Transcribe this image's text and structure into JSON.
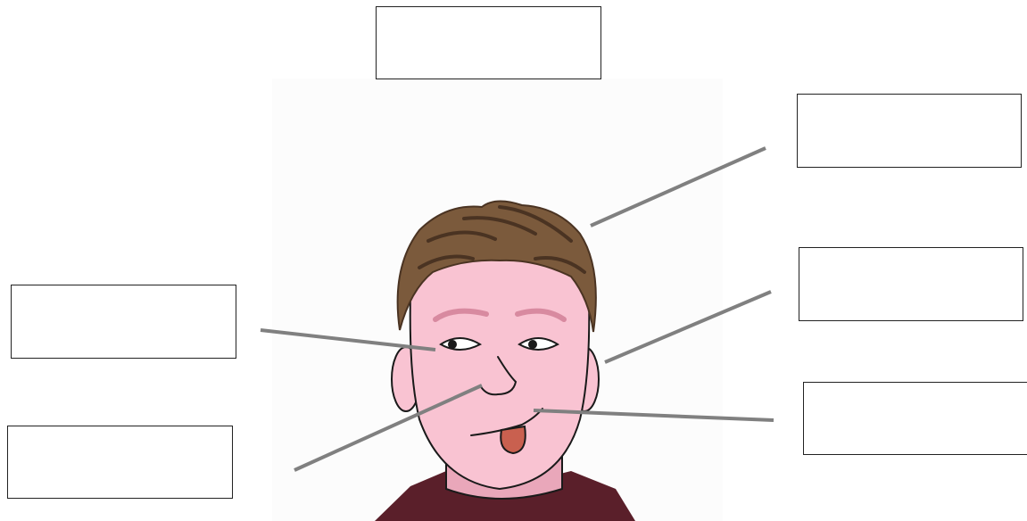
{
  "diagram": {
    "label_boxes": [
      {
        "id": "box-top",
        "text": ""
      },
      {
        "id": "box-r1",
        "text": ""
      },
      {
        "id": "box-r2",
        "text": ""
      },
      {
        "id": "box-r3",
        "text": ""
      },
      {
        "id": "box-l1",
        "text": ""
      },
      {
        "id": "box-l2",
        "text": ""
      }
    ],
    "colors": {
      "skin": "#f9c3d2",
      "skin_shadow": "#e9a7ba",
      "hair": "#7b5a3c",
      "hair_dark": "#4a3322",
      "tongue": "#c9604f",
      "shirt": "#5a1f2a",
      "leader_line": "#808080"
    }
  }
}
